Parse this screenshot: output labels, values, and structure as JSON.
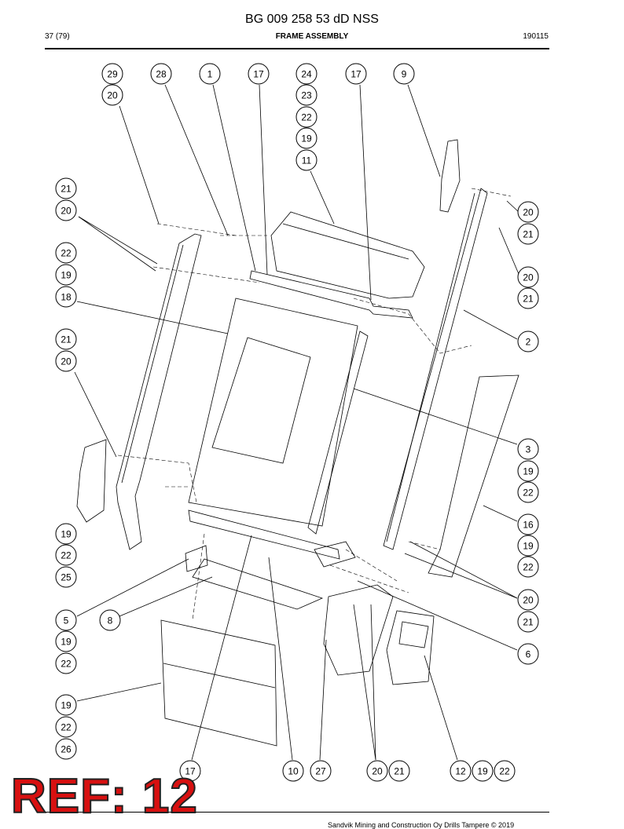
{
  "header": {
    "title": "BG 009 258 53 dD NSS",
    "page": "37 (79)",
    "section": "FRAME ASSEMBLY",
    "date": "190115"
  },
  "footer": {
    "copyright": "Sandvik Mining and Construction Oy Drills Tampere © 2019"
  },
  "stamp": {
    "text": "REF: 12"
  },
  "callouts": [
    "29",
    "20",
    "28",
    "1",
    "17",
    "24",
    "23",
    "22",
    "19",
    "11",
    "17",
    "9",
    "21",
    "20",
    "22",
    "19",
    "18",
    "20",
    "21",
    "20",
    "21",
    "2",
    "21",
    "20",
    "3",
    "19",
    "22",
    "16",
    "19",
    "22",
    "19",
    "22",
    "25",
    "20",
    "21",
    "5",
    "8",
    "19",
    "22",
    "6",
    "19",
    "22",
    "26",
    "17",
    "10",
    "27",
    "20",
    "21",
    "12",
    "19",
    "22"
  ]
}
